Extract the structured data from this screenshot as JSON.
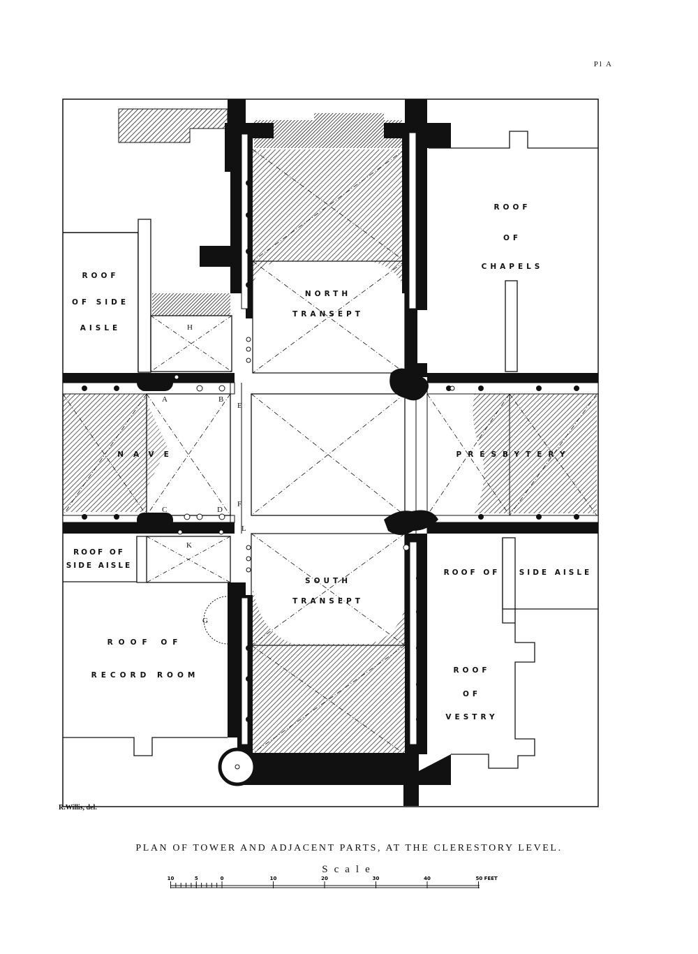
{
  "plate_label": "Pl A",
  "credit": "R.Willis, del.",
  "caption": "PLAN OF TOWER AND ADJACENT PARTS, AT THE CLERESTORY LEVEL.",
  "scale_word": "Scale",
  "scale_ticks": [
    "10",
    "5",
    "0",
    "10",
    "20",
    "30",
    "40",
    "50 FEET"
  ],
  "rooms": {
    "roof_side_aisle_nw": [
      "ROOF",
      "OF SIDE",
      "AISLE"
    ],
    "roof_of_chapels": [
      "ROOF",
      "OF",
      "CHAPELS"
    ],
    "north_transept": [
      "NORTH",
      "TRANSEPT"
    ],
    "nave": "NAVE",
    "presbytery": "PRESBYTERY",
    "south_transept": [
      "SOUTH",
      "TRANSEPT"
    ],
    "roof_side_aisle_sw": [
      "ROOF OF",
      "SIDE AISLE"
    ],
    "roof_side_aisle_se": [
      "ROOF OF",
      "SIDE AISLE"
    ],
    "roof_record_room": [
      "ROOF OF",
      "RECORD ROOM"
    ],
    "roof_vestry": [
      "ROOF",
      "OF",
      "VESTRY"
    ]
  },
  "points": {
    "a": "A",
    "b": "B",
    "c": "C",
    "d": "D",
    "e": "E",
    "f": "F",
    "g": "G",
    "h": "H",
    "k": "K",
    "l": "L"
  },
  "colors": {
    "ink": "#111111",
    "paper": "#ffffff",
    "hatch": "#222222"
  }
}
